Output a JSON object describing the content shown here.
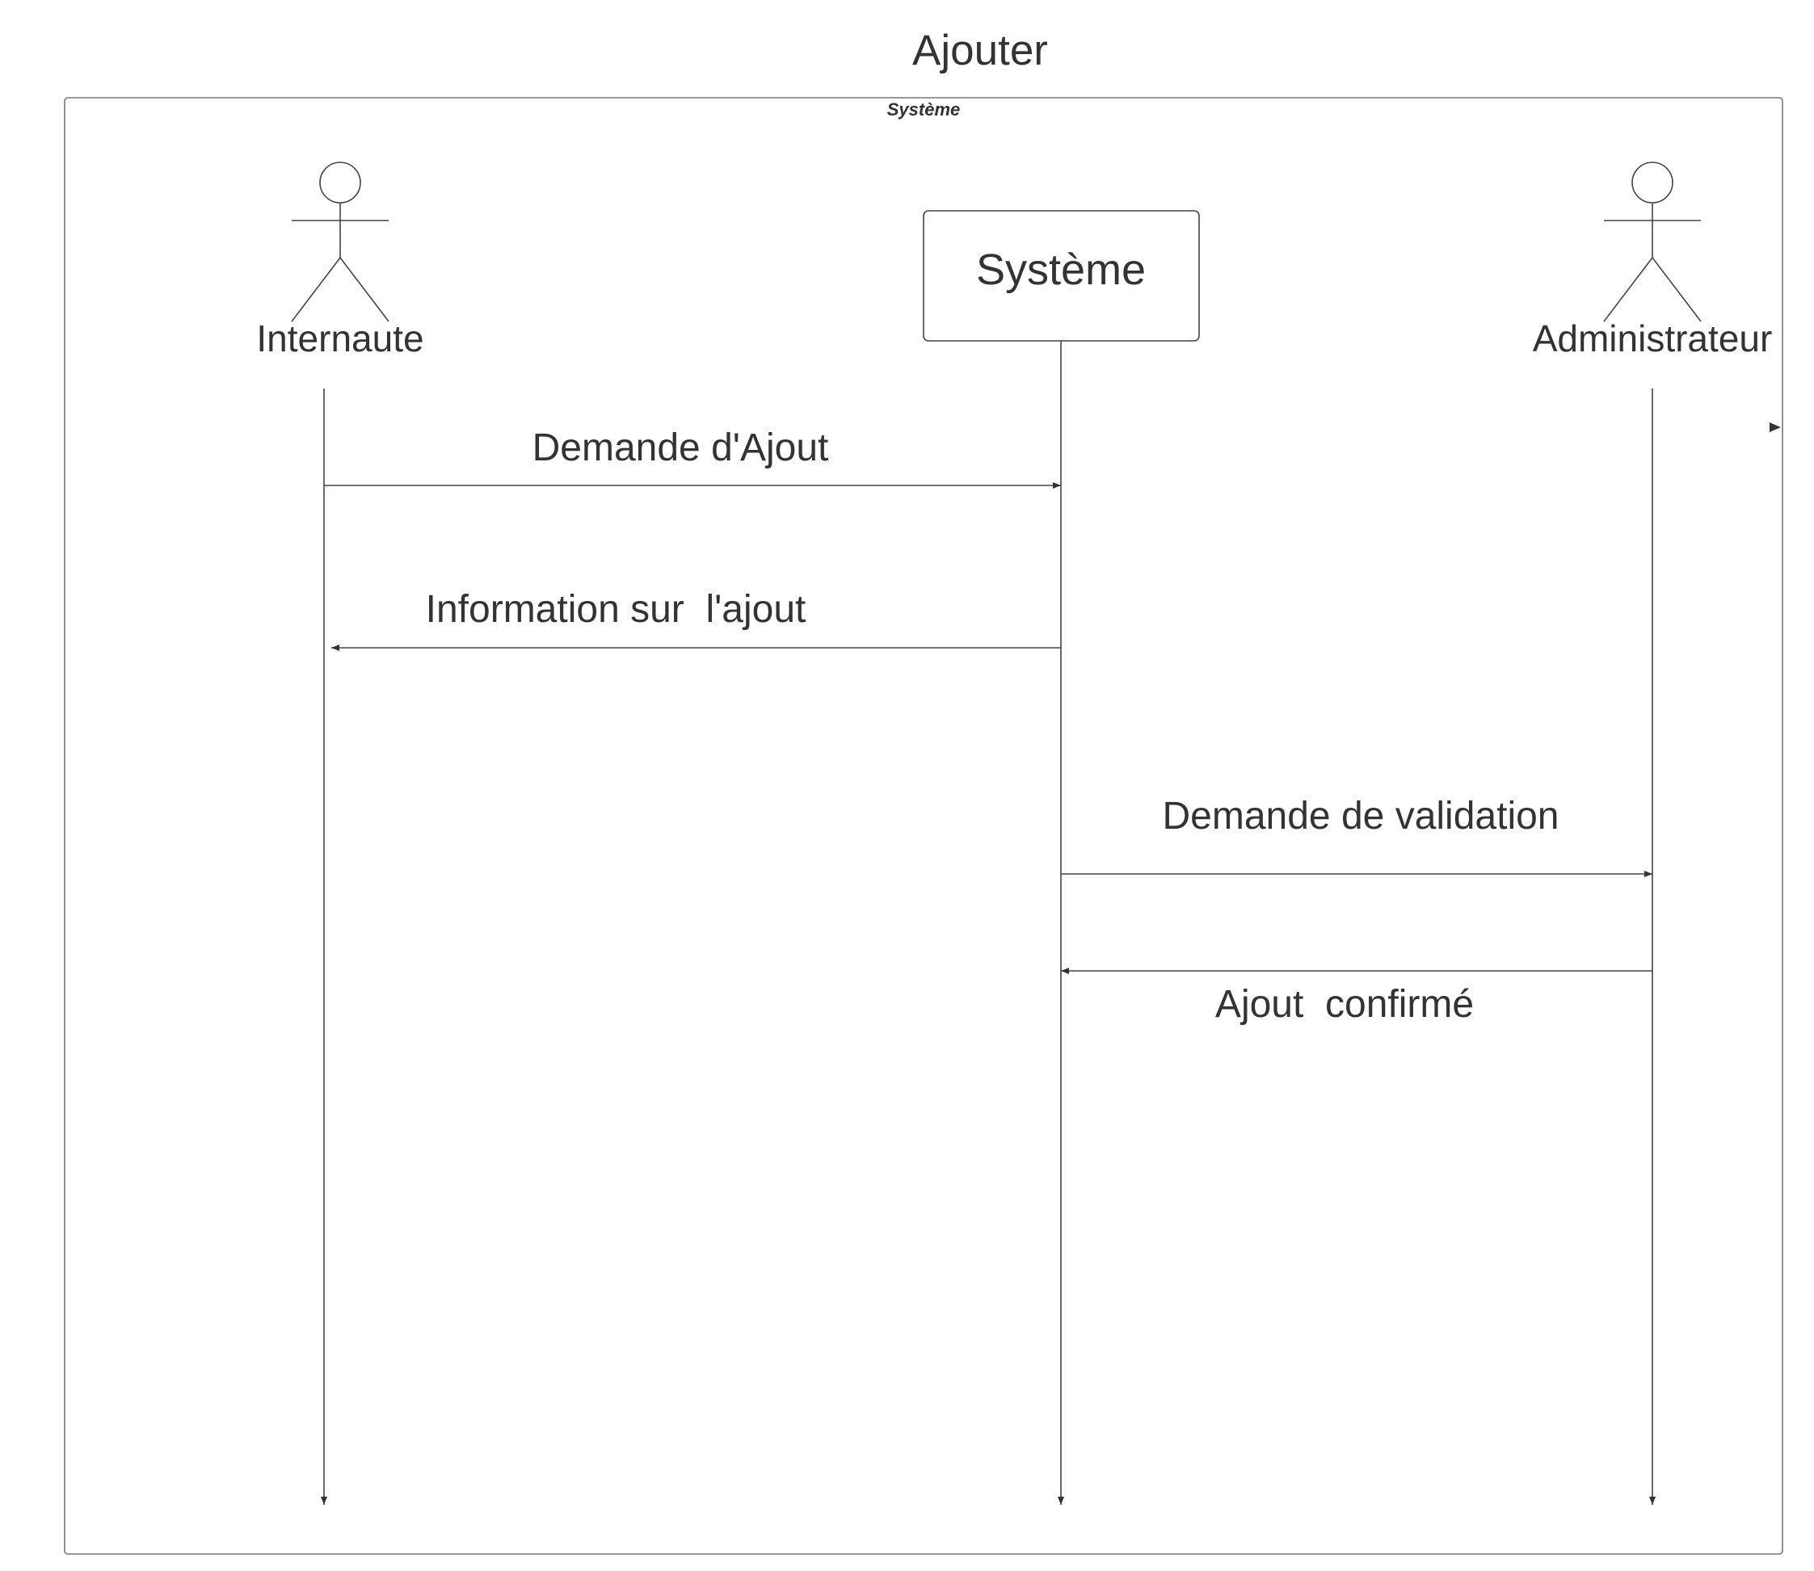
{
  "diagram": {
    "title": "Ajouter",
    "frame_label": "Système",
    "participants": {
      "internaute": {
        "label": "Internaute",
        "kind": "actor"
      },
      "systeme": {
        "label": "Système",
        "kind": "object"
      },
      "administrateur": {
        "label": "Administrateur",
        "kind": "actor"
      }
    },
    "messages": [
      {
        "label": "Demande d'Ajout",
        "from": "Internaute",
        "to": "Système"
      },
      {
        "label": "Information sur  l'ajout",
        "from": "Système",
        "to": "Internaute"
      },
      {
        "label": "Demande de validation",
        "from": "Système",
        "to": "Administrateur"
      },
      {
        "label": "Ajout  confirmé",
        "from": "Administrateur",
        "to": "Système"
      }
    ]
  },
  "colors": {
    "text": "#333333",
    "line": "#444444",
    "frame": "#777777",
    "background": "#ffffff"
  }
}
